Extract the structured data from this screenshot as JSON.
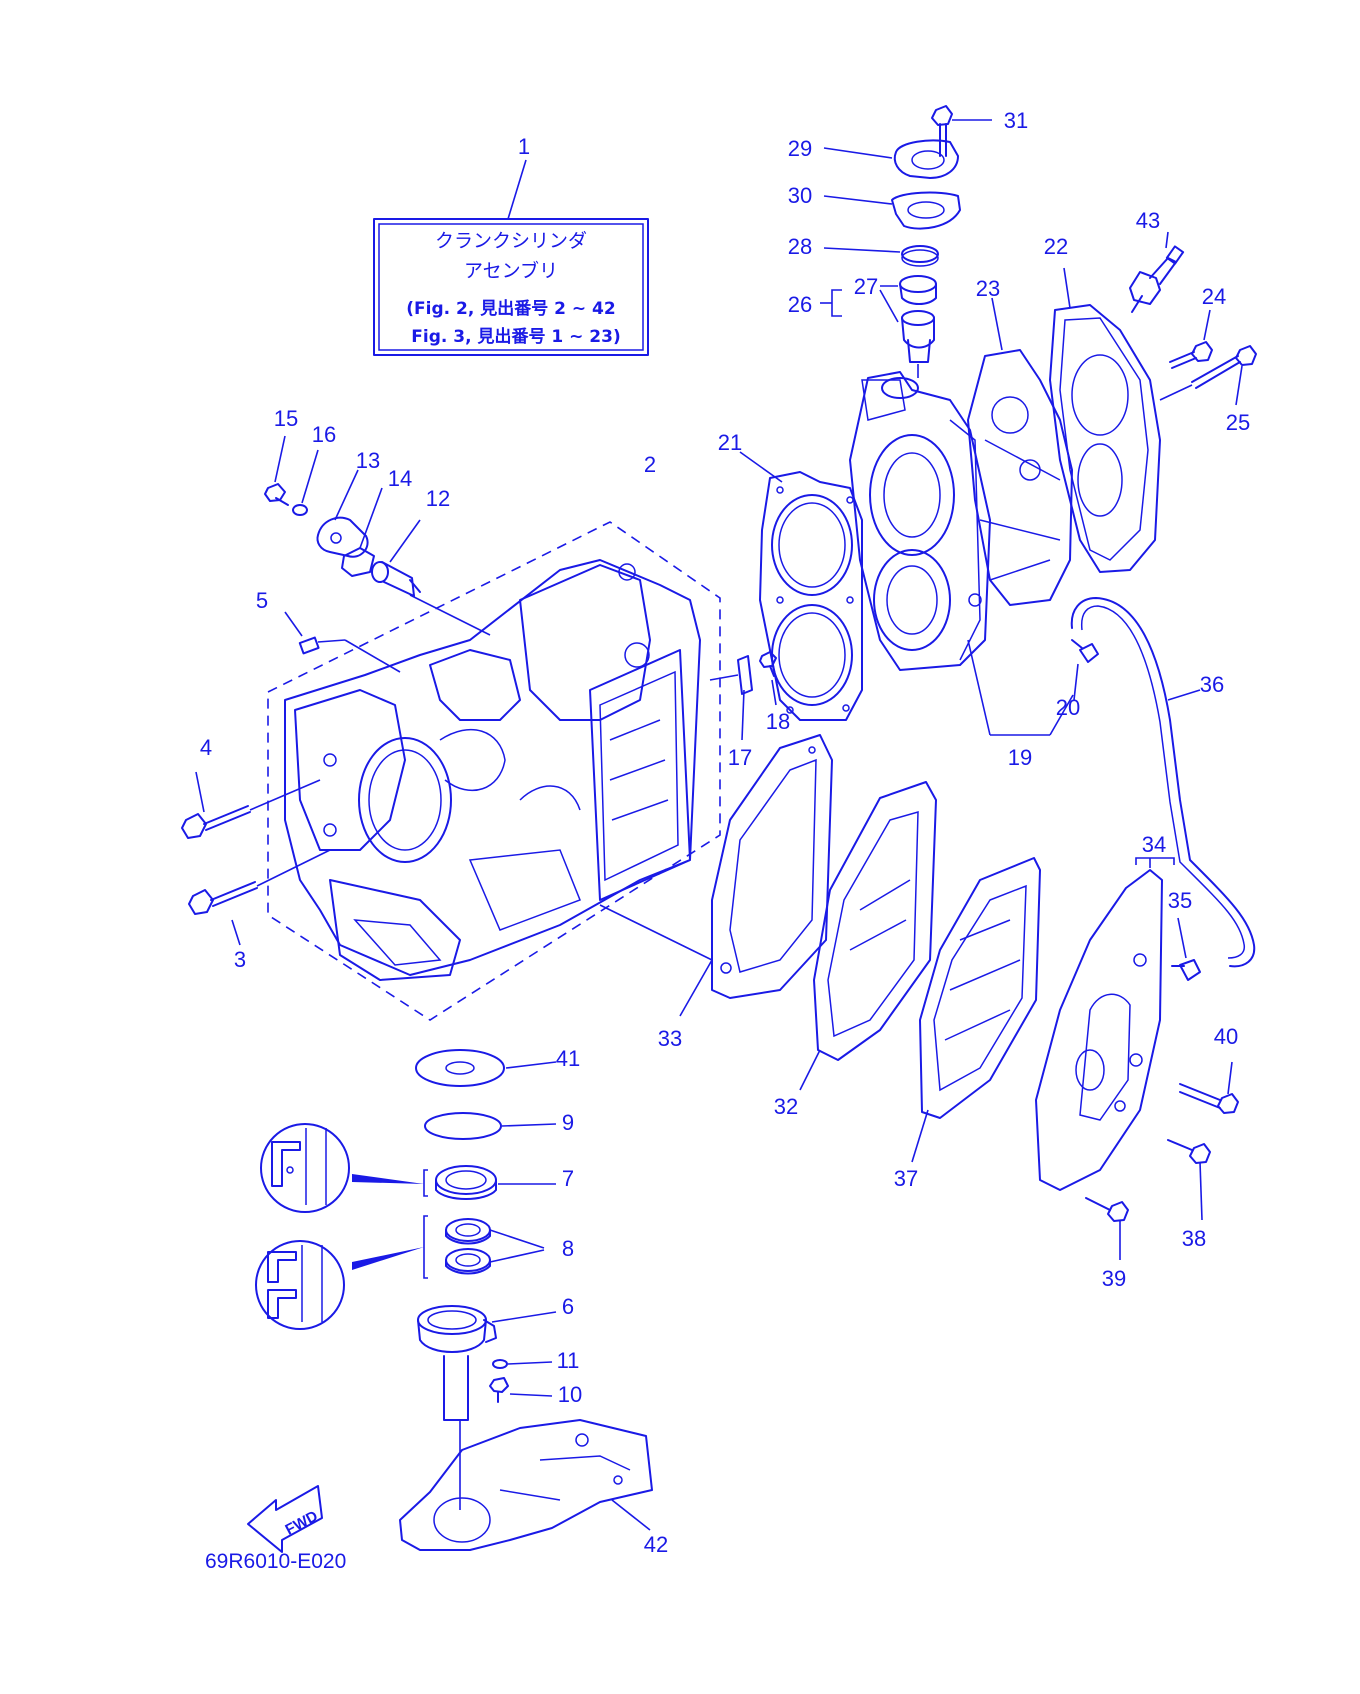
{
  "assembly_box": {
    "line1": "クランクシリンダ",
    "line2": "アセンブリ",
    "line3": "(Fig. 2, 見出番号 2 ~ 42",
    "line4": "Fig. 3, 見出番号 1 ~ 23)"
  },
  "callouts": {
    "n1": "1",
    "n2": "2",
    "n3": "3",
    "n4": "4",
    "n5": "5",
    "n6": "6",
    "n7": "7",
    "n8": "8",
    "n9": "9",
    "n10": "10",
    "n11": "11",
    "n12": "12",
    "n13": "13",
    "n14": "14",
    "n15": "15",
    "n16": "16",
    "n17": "17",
    "n18": "18",
    "n19": "19",
    "n20": "20",
    "n21": "21",
    "n22": "22",
    "n23": "23",
    "n24": "24",
    "n25": "25",
    "n26": "26",
    "n27": "27",
    "n28": "28",
    "n29": "29",
    "n30": "30",
    "n31": "31",
    "n32": "32",
    "n33": "33",
    "n34": "34",
    "n35": "35",
    "n36": "36",
    "n37": "37",
    "n38": "38",
    "n39": "39",
    "n40": "40",
    "n41": "41",
    "n42": "42",
    "n43": "43"
  },
  "fwd_label": "FWD",
  "drawing_code": "69R6010-E020",
  "colors": {
    "line": "#1a1ae6",
    "background": "#ffffff"
  }
}
